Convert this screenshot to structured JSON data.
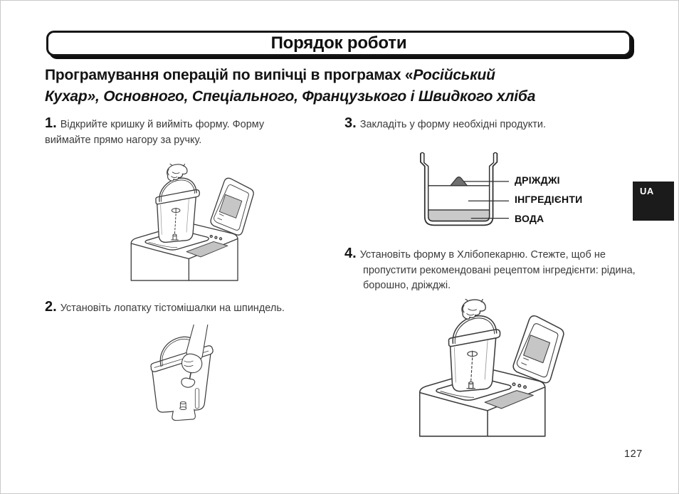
{
  "page": {
    "title": "Порядок роботи",
    "page_number": "127",
    "language_tab": "UA"
  },
  "heading": {
    "regular": "Програмування операцій по випічці в програмах «",
    "italic_line1": "Російський",
    "italic_line2": "Кухар», Основного, Спеціального, Французького і Швидкого хліба"
  },
  "steps": [
    {
      "number": "1.",
      "text": "Відкрийте кришку й вийміть форму. Форму виймайте прямо нагору за ручку."
    },
    {
      "number": "2.",
      "text": "Установіть лопатку тістомішалки на шпиндель."
    },
    {
      "number": "3.",
      "text": "Закладіть у форму необхідні продукти."
    },
    {
      "number": "4.",
      "text": "Установіть форму в Хлібопекарню. Стежте, щоб не пропустити рекомендовані рецептом інгредієнти: рідина, борошно, дріжджі."
    }
  ],
  "pan_diagram": {
    "labels": [
      "ДРІЖДЖІ",
      "ІНГРЕДІЄНТИ",
      "ВОДА"
    ]
  },
  "colors": {
    "ink": "#3d3d3d",
    "water_fill": "#c9c9c9",
    "yeast_fill": "#6f6f6f",
    "screen_fill": "#c6c6c6",
    "deck_panel_fill": "#c3c3c3",
    "tab_bg": "#1b1b1b"
  }
}
